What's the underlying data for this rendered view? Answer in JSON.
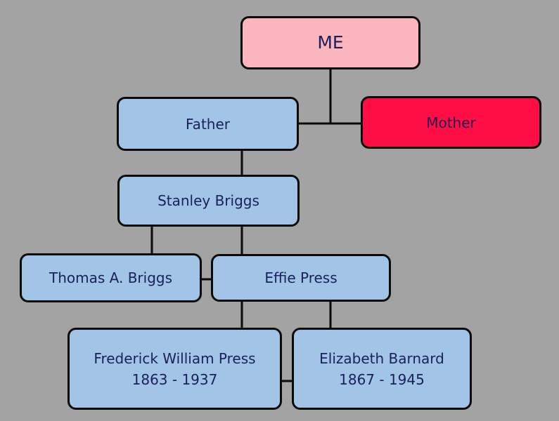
{
  "colors": {
    "background": "#a3a3a3",
    "self": "#fbb5bd",
    "mother": "#fe0e45",
    "paternal": "#a2c4e6",
    "text": "#1b1f5e"
  },
  "nodes": {
    "me": {
      "name": "ME"
    },
    "father": {
      "name": "Father"
    },
    "mother": {
      "name": "Mother"
    },
    "stanley": {
      "name": "Stanley Briggs"
    },
    "thomas": {
      "name": "Thomas A. Briggs"
    },
    "effie": {
      "name": "Effie Press"
    },
    "frederick": {
      "name": "Frederick William Press",
      "dates": "1863 - 1937"
    },
    "elizabeth": {
      "name": "Elizabeth Barnard",
      "dates": "1867 - 1945"
    }
  }
}
